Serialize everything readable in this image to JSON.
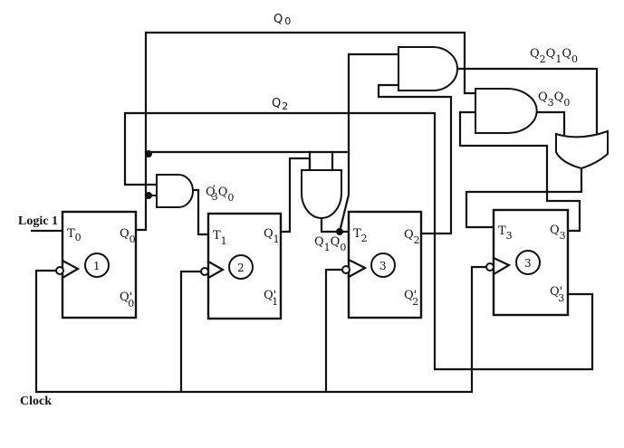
{
  "diagram": {
    "title": "4-bit synchronous T flip-flop counter circuit",
    "inputs": {
      "logic": "Logic 1",
      "clock": "Clock"
    },
    "flipflops": [
      {
        "id": "ff0",
        "number": "1",
        "t_label": "T",
        "t_sub": "0",
        "q_label": "Q",
        "q_sub": "0",
        "qn_label": "Q'",
        "qn_sub": "0"
      },
      {
        "id": "ff1",
        "number": "2",
        "t_label": "T",
        "t_sub": "1",
        "q_label": "Q",
        "q_sub": "1",
        "qn_label": "Q'",
        "qn_sub": "1"
      },
      {
        "id": "ff2",
        "number": "3",
        "t_label": "T",
        "t_sub": "2",
        "q_label": "Q",
        "q_sub": "2",
        "qn_label": "Q'",
        "qn_sub": "2"
      },
      {
        "id": "ff3",
        "number": "3",
        "t_label": "T",
        "t_sub": "3",
        "q_label": "Q",
        "q_sub": "3",
        "qn_label": "Q'",
        "qn_sub": "3"
      }
    ],
    "wire_labels": {
      "q0_bus": {
        "main": "Q",
        "sub": "0"
      },
      "q2_bus": {
        "main": "Q",
        "sub": "2"
      }
    },
    "gate_labels": {
      "and_q3n_q0": {
        "parts": [
          {
            "t": "Q",
            "s": "3",
            "prime": true
          },
          {
            "t": "Q",
            "s": "0"
          }
        ]
      },
      "and_q1_q0": {
        "parts": [
          {
            "t": "Q",
            "s": "1"
          },
          {
            "t": "Q",
            "s": "0"
          }
        ]
      },
      "and_q2_q1_q0": {
        "parts": [
          {
            "t": "Q",
            "s": "2"
          },
          {
            "t": "Q",
            "s": "1"
          },
          {
            "t": "Q",
            "s": "0"
          }
        ]
      },
      "and_q3_q0": {
        "parts": [
          {
            "t": "Q",
            "s": "3"
          },
          {
            "t": "Q",
            "s": "0"
          }
        ]
      }
    },
    "gates": [
      {
        "id": "and1",
        "type": "AND",
        "output": "Q3'Q0"
      },
      {
        "id": "and2",
        "type": "AND",
        "output": "Q1Q0"
      },
      {
        "id": "and3",
        "type": "AND",
        "output": "Q2Q1Q0"
      },
      {
        "id": "and4",
        "type": "AND",
        "output": "Q3Q0"
      },
      {
        "id": "or1",
        "type": "OR",
        "output": "T3"
      }
    ]
  }
}
